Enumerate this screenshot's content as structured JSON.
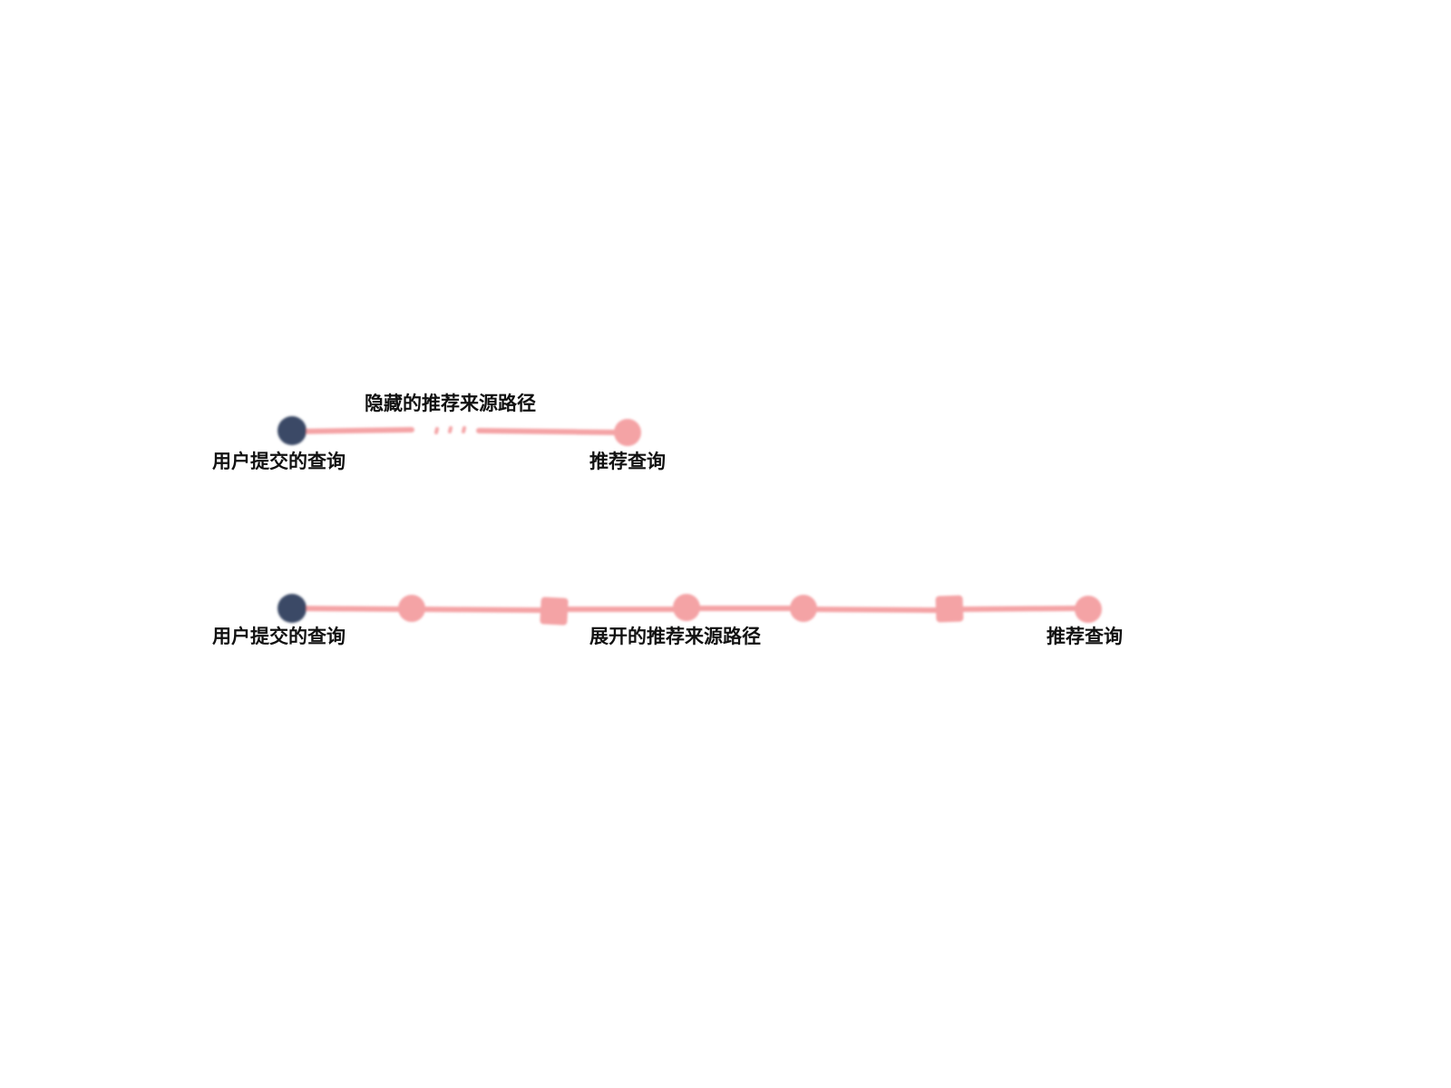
{
  "colors": {
    "start_node": "#3a4a66",
    "path_node": "#f4a3a5",
    "path_edge": "#f4a3a5",
    "label_text": "#111111"
  },
  "collapsed": {
    "start_label": "用户提交的查询",
    "hidden_path_label": "隐藏的推荐来源路径",
    "end_label": "推荐查询"
  },
  "expanded": {
    "start_label": "用户提交的查询",
    "path_label": "展开的推荐来源路径",
    "end_label": "推荐查询",
    "node_shapes": [
      "circle",
      "circle",
      "square",
      "circle",
      "circle",
      "square",
      "circle"
    ]
  }
}
